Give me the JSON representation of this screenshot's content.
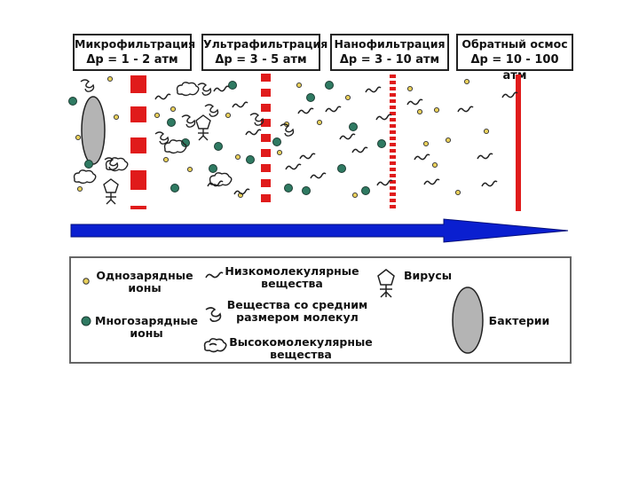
{
  "stages": [
    {
      "name": "Микрофильтрация",
      "pressure": "Δp = 1 - 2 атм"
    },
    {
      "name": "Ультрафильтрация",
      "pressure": "Δp = 3 - 5 атм"
    },
    {
      "name": "Нанофильтрация",
      "pressure": "Δp = 3 - 10 атм"
    },
    {
      "name": "Обратный осмос",
      "pressure": "Δp = 10 - 100 атм"
    }
  ],
  "legend": {
    "monovalent": "Однозарядные\nионы",
    "multivalent": "Многозарядные\nионы",
    "low_molecular": "Низкомолекулярные\nвещества",
    "medium_molecular": "Вещества со средним\nразмером молекул",
    "high_molecular": "Высокомолекулярные\nвещества",
    "viruses": "Вирусы",
    "bacteria": "Бактерии"
  },
  "colors": {
    "membrane": "#e01b1b",
    "arrow": "#0a1fd0",
    "multivalent_ion": "#2f7a62",
    "monovalent_ion": "#e8cf5a",
    "bacteria": "#b4b4b4"
  }
}
